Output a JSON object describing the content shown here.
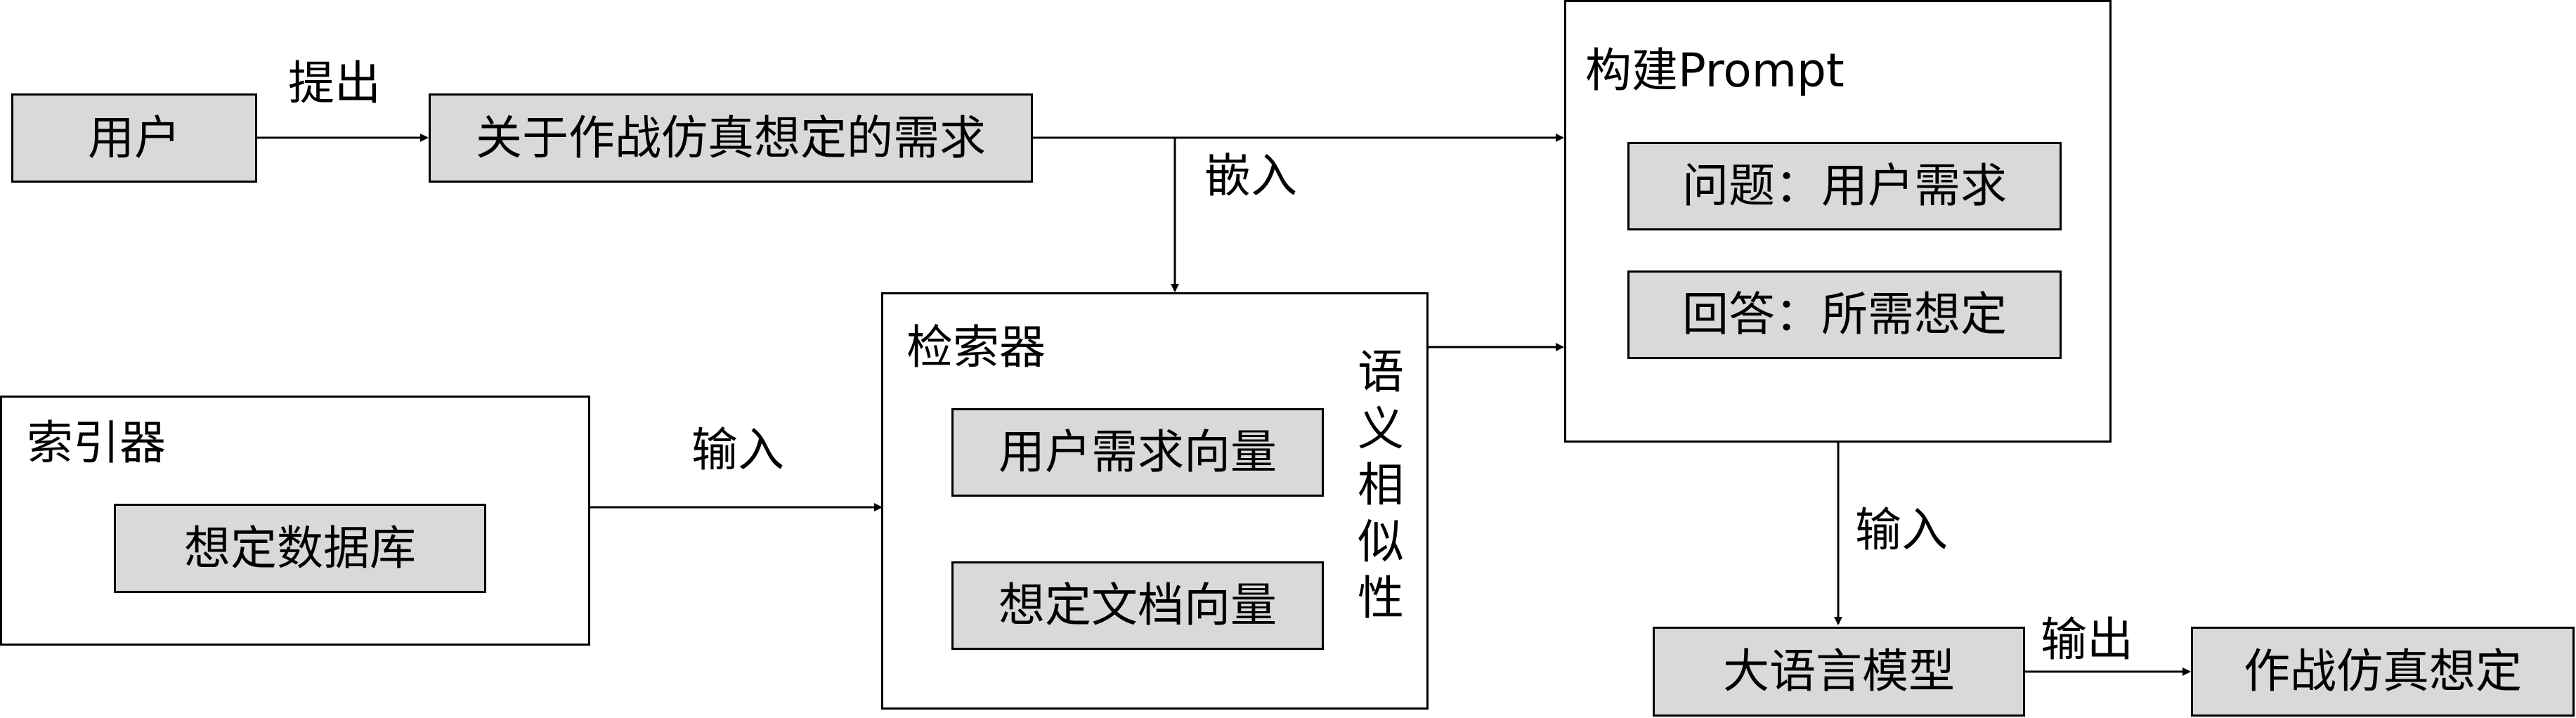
{
  "nodes": {
    "user": "用户",
    "requirement": "关于作战仿真想定的需求",
    "prompt_container": "构建Prompt",
    "question": "问题：用户需求",
    "answer": "回答：所需想定",
    "retriever": "检索器",
    "user_vector": "用户需求向量",
    "doc_vector": "想定文档向量",
    "semantic_similarity": "语义相似性",
    "indexer": "索引器",
    "scenario_db": "想定数据库",
    "llm": "大语言模型",
    "result": "作战仿真想定"
  },
  "edges": {
    "propose": "提出",
    "embed": "嵌入",
    "input_index": "输入",
    "input_llm": "输入",
    "output": "输出"
  }
}
